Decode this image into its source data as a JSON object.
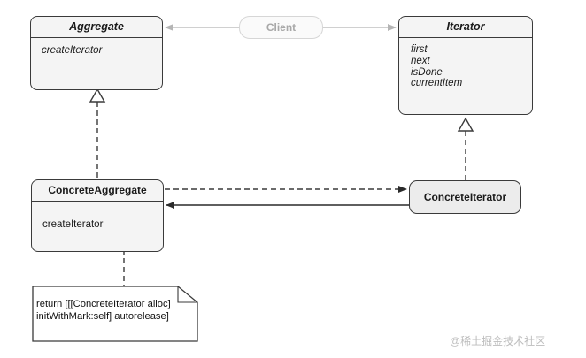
{
  "diagram": {
    "aggregate": {
      "title": "Aggregate",
      "methods": [
        "createIterator"
      ]
    },
    "iterator": {
      "title": "Iterator",
      "methods": [
        "first",
        "next",
        "isDone",
        "currentItem"
      ]
    },
    "concrete_aggregate": {
      "title": "ConcreteAggregate",
      "methods": [
        "createIterator"
      ]
    },
    "concrete_iterator": {
      "title": "ConcreteIterator"
    },
    "client": {
      "label": "Client"
    },
    "note": {
      "lines": [
        "return [[[ConcreteIterator alloc]",
        "initWithMark:self] autorelease]"
      ]
    }
  },
  "watermark": "@稀土掘金技术社区",
  "colors": {
    "line": "#3a3a3a",
    "box_fill": "#f4f4f4",
    "client_text": "#a8a8a8",
    "client_line": "#c0c0c0"
  }
}
